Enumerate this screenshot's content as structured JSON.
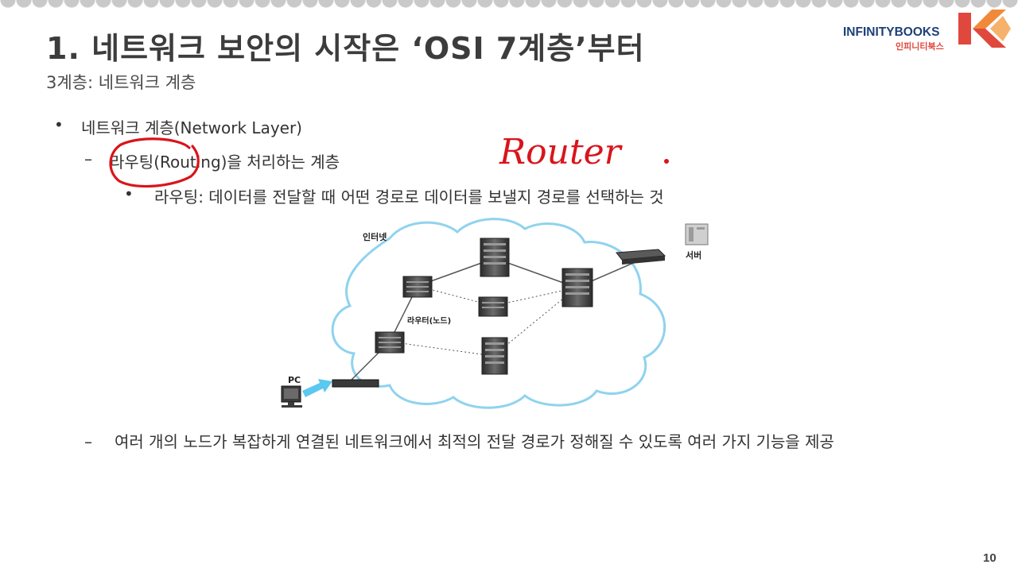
{
  "slide": {
    "title": "1. 네트워크 보안의 시작은 ‘OSI 7계층’부터",
    "subtitle": "3계층: 네트워크 계층",
    "page_number": "10"
  },
  "logo": {
    "brand": "INFINITYBOOKS",
    "brand_kr": "인피니티북스"
  },
  "bullets": {
    "b1_marker": "•",
    "b1_text": "네트워크 계층(Network Layer)",
    "b2_marker": "–",
    "b2_text": "라우팅(Routing)을 처리하는 계층",
    "b3_marker": "•",
    "b3_text": "라우팅: 데이터를 전달할 때 어떤 경로로 데이터를 보낼지 경로를 선택하는 것",
    "b4_marker": "–",
    "b4_text": "여러 개의 노드가 복잡하게 연결된 네트워크에서 최적의 전달 경로가 정해질 수 있도록 여러 가지 기능을 제공"
  },
  "diagram": {
    "internet_label": "인터넷",
    "router_label": "라우터(노드)",
    "server_label": "서버",
    "pc_label": "PC"
  },
  "annotations": {
    "handwritten_word": "Router"
  },
  "colors": {
    "title": "#3c3c3c",
    "logo_blue": "#1d3f7a",
    "logo_red": "#e0483e",
    "ink_red": "#d9141b",
    "cloud_stroke": "#8fd3ee",
    "arrow": "#5bc8ef"
  }
}
